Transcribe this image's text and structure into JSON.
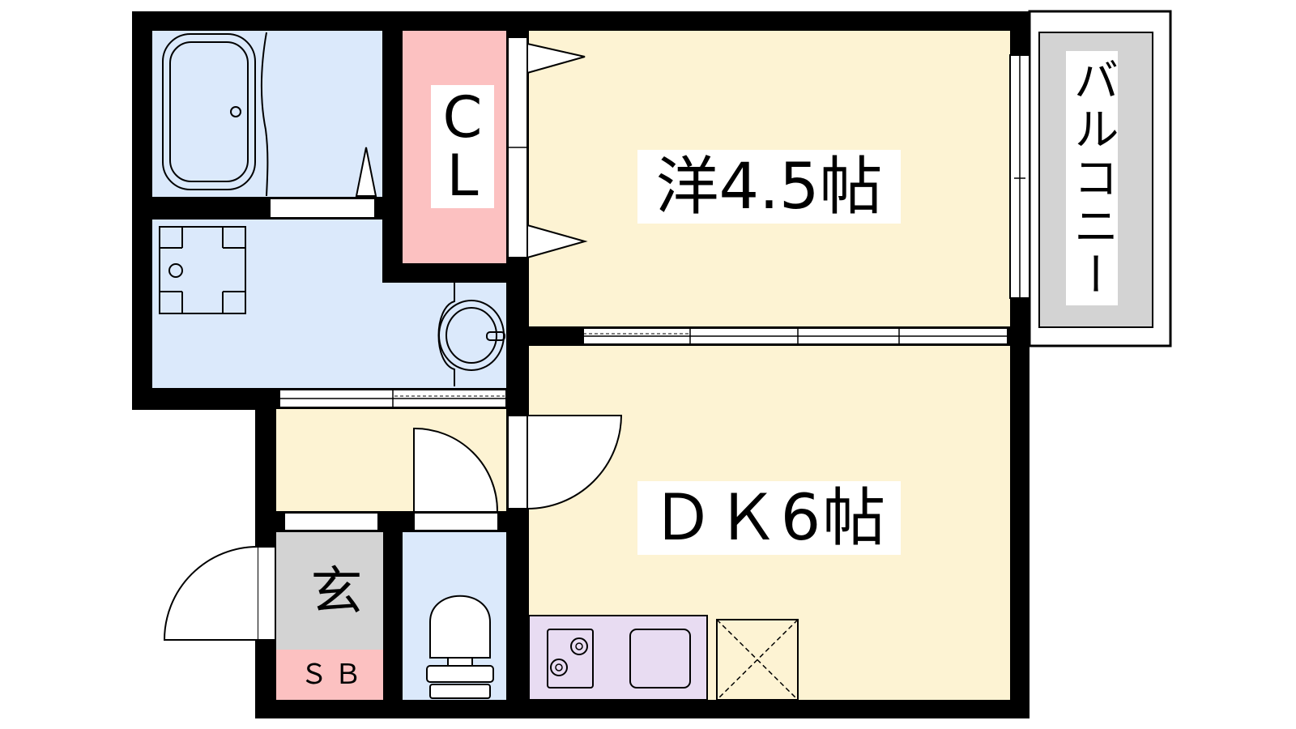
{
  "rooms": {
    "western": {
      "label": "洋4.5帖"
    },
    "dk": {
      "label": "ＤＫ6帖"
    },
    "closet": {
      "label_top": "C",
      "label_bottom": "L"
    },
    "balcony": {
      "label": "バルコニー"
    },
    "entrance": {
      "label": "玄"
    },
    "shoe_box": {
      "label": "ＳＢ"
    }
  },
  "colors": {
    "wall": "#000000",
    "living_floor": "#fdf3d3",
    "wet_area": "#dbe9fb",
    "closet": "#fcc1c1",
    "kitchen": "#e8dcf2",
    "balcony": "#d3d3d3",
    "entrance": "#d3d3d3",
    "shoe_box": "#fcc1c1"
  }
}
